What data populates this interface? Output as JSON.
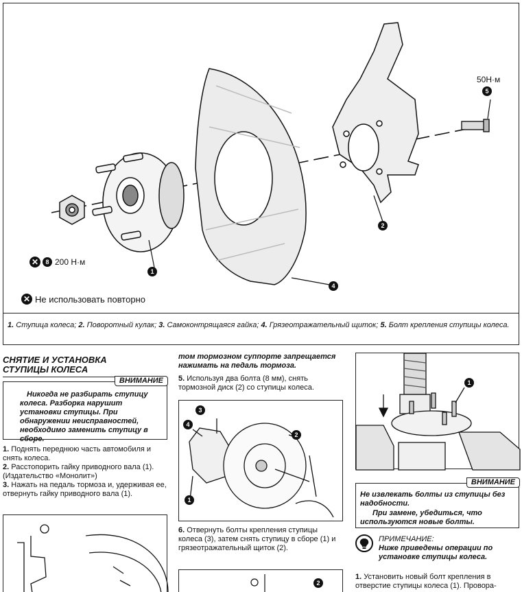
{
  "figure1": {
    "torque_top": "50Н·м",
    "label5_top": "5",
    "label8": "8",
    "torque_nut": "200 Н·м",
    "label1": "1",
    "label2": "2",
    "label4": "4",
    "no_reuse": "Не использовать повторно",
    "caption": [
      {
        "n": "1.",
        "t": " Ступица колеса; "
      },
      {
        "n": "2.",
        "t": " Поворотный кулак; "
      },
      {
        "n": "3.",
        "t": " Самоконтрящаяся гайка; "
      },
      {
        "n": "4.",
        "t": " Грязеотражательный щиток; "
      },
      {
        "n": "5.",
        "t": " Болт крепления ступицы колеса."
      }
    ]
  },
  "col1": {
    "heading_line1": "СНЯТИЕ И УСТАНОВКА",
    "heading_line2": "СТУПИЦЫ КОЛЕСА",
    "warning_label": "ВНИМАНИЕ",
    "warning_text": "Никогда не разбирать ступицу колеса. Разборка нарушит установки ступицы. При обнаружении неисправностей, необходимо заменить ступицу в сборе.",
    "steps": [
      {
        "n": "1.",
        "t": " Поднять переднюю часть автомобиля и снять колеса."
      },
      {
        "n": "2.",
        "t": " Расстопорить гайку приводного вала (1). (Издательство «Монолит»)"
      },
      {
        "n": "3.",
        "t": " Нажать на педаль тормоза и, удерживая ее, отвернуть гайку приводного вала (1)."
      }
    ]
  },
  "col2": {
    "cont_text": "том тормозном суппорте запрещается нажимать на педаль тормоза.",
    "step5": {
      "n": "5.",
      "t": " Используя два болта (8 мм), снять тормозной диск (2) со ступицы колеса."
    },
    "fig_labels": [
      "3",
      "4",
      "2",
      "1"
    ],
    "step6": {
      "n": "6.",
      "t": " Отвернуть болты крепления ступицы колеса (3), затем снять ступицу в сборе (1) и грязеотражательный щиток (2)."
    },
    "fig3_label": "2"
  },
  "col3": {
    "fig_label": "1",
    "warning_label": "ВНИМАНИЕ",
    "warning_line1": "Не извлекать болты из ступицы без надобности.",
    "warning_line2": "При замене, убедиться, что используются новые болты.",
    "note_title": "ПРИМЕЧАНИЕ:",
    "note_text": "Ниже приведены операции по установке ступицы колеса.",
    "step1": {
      "n": "1.",
      "t": " Установить новый болт крепления в отверстие ступицы колеса (1). Провора-"
    }
  }
}
